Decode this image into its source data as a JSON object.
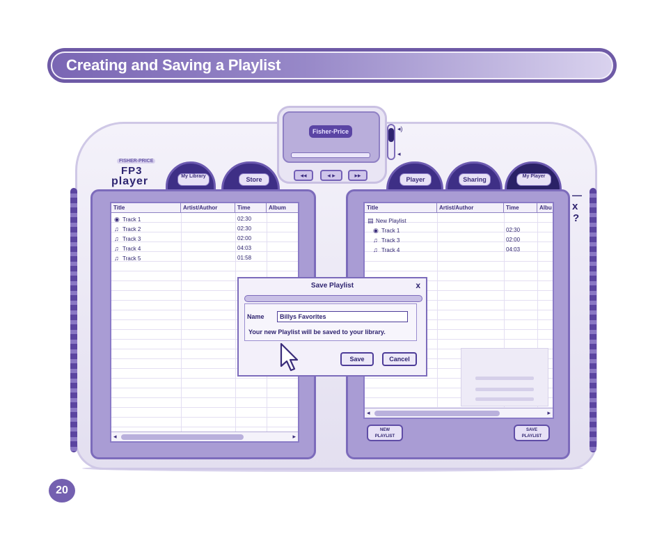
{
  "header": {
    "title": "Creating and Saving a Playlist"
  },
  "player": {
    "brand_small": "FISHER-PRICE",
    "brand_name": "FP3",
    "brand_player": "player",
    "screen_logo": "Fisher-Price",
    "transport": {
      "prev": "◂◂",
      "play": "◂ ▸",
      "next": "▸▸"
    },
    "volume_up_icon": "speaker-icon",
    "tabs_left": [
      {
        "label": "My Library"
      },
      {
        "label": "Store"
      }
    ],
    "tabs_right": [
      {
        "label": "Player"
      },
      {
        "label": "Sharing"
      },
      {
        "label": "My Player"
      }
    ],
    "side_controls": {
      "minimize": "—",
      "close": "x",
      "help": "?"
    }
  },
  "library": {
    "columns": [
      "Title",
      "Artist/Author",
      "Time",
      "Album"
    ],
    "rows": [
      {
        "icon": "cd-icon",
        "title": "Track 1",
        "time": "02:30"
      },
      {
        "icon": "music-note-icon",
        "title": "Track 2",
        "time": "02:30"
      },
      {
        "icon": "music-note-icon",
        "title": "Track 3",
        "time": "02:00"
      },
      {
        "icon": "music-note-icon",
        "title": "Track 4",
        "time": "04:03"
      },
      {
        "icon": "music-note-icon",
        "title": "Track 5",
        "time": "01:58"
      }
    ]
  },
  "playlist": {
    "columns": [
      "Title",
      "Artist/Author",
      "Time",
      "Albu"
    ],
    "rows": [
      {
        "icon": "playlist-icon",
        "title": "New Playlist",
        "time": ""
      },
      {
        "icon": "cd-icon",
        "title": "Track 1",
        "time": "02:30"
      },
      {
        "icon": "music-note-icon",
        "title": "Track 3",
        "time": "02:00"
      },
      {
        "icon": "music-note-icon",
        "title": "Track 4",
        "time": "04:03"
      }
    ],
    "new_button": "NEW\nPLAYLIST",
    "save_button": "SAVE\nPLAYLIST"
  },
  "dialog": {
    "title": "Save Playlist",
    "close": "x",
    "name_label": "Name",
    "name_value": "Billys Favorites",
    "message": "Your new Playlist will be saved to your library.",
    "save": "Save",
    "cancel": "Cancel"
  },
  "page_number": "20",
  "colors": {
    "accent": "#6e5aa6",
    "dark": "#2f2470",
    "panel": "#a99cd4"
  }
}
